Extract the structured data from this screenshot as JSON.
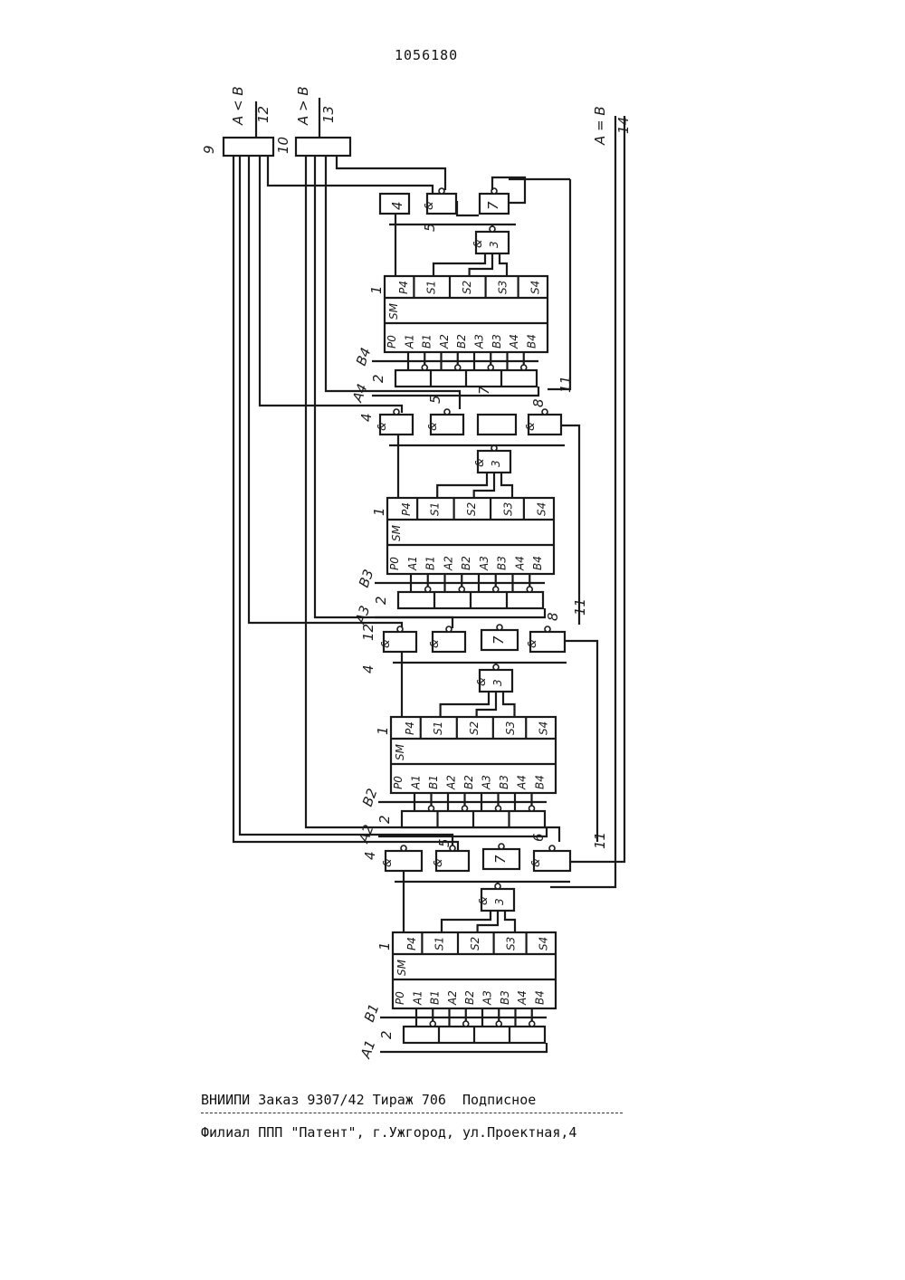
{
  "header": {
    "number": "1056180"
  },
  "outputs": {
    "a_lt_b": "A < B",
    "a_gt_b": "A > B",
    "a_eq_b": "A = B",
    "pin12": "12",
    "pin13": "13",
    "pin14": "14",
    "block9": "9",
    "block10": "10"
  },
  "stages": [
    {
      "id": "stage4",
      "a_input": "A4",
      "b_input": "B4",
      "labels": [
        "1",
        "2",
        "4",
        "5",
        "7",
        "3"
      ]
    },
    {
      "id": "stage3",
      "a_input": "A3",
      "b_input": "B3",
      "labels": [
        "4",
        "5",
        "7",
        "8",
        "11",
        "3",
        "2"
      ]
    },
    {
      "id": "stage2",
      "a_input": "A2",
      "b_input": "B2",
      "labels": [
        "12",
        "4",
        "7",
        "8",
        "11",
        "3",
        "1",
        "2"
      ]
    },
    {
      "id": "stage1",
      "a_input": "A1",
      "b_input": "B1",
      "labels": [
        "4",
        "5",
        "7",
        "6",
        "11",
        "3",
        "1",
        "2"
      ]
    }
  ],
  "adder": {
    "top_pins": [
      "P4",
      "S1",
      "S2",
      "S3",
      "S4"
    ],
    "sm": "SM",
    "bottom_pins": [
      "P0",
      "A1",
      "B1",
      "A2",
      "B2",
      "A3",
      "B3",
      "A4",
      "B4"
    ]
  },
  "gate_symbol": "&",
  "footer": {
    "line1": "ВНИИПИ Заказ 9307/42 Тираж 706  Подписное",
    "line2": "Филиал ППП \"Патент\", г.Ужгород, ул.Проектная,4"
  }
}
